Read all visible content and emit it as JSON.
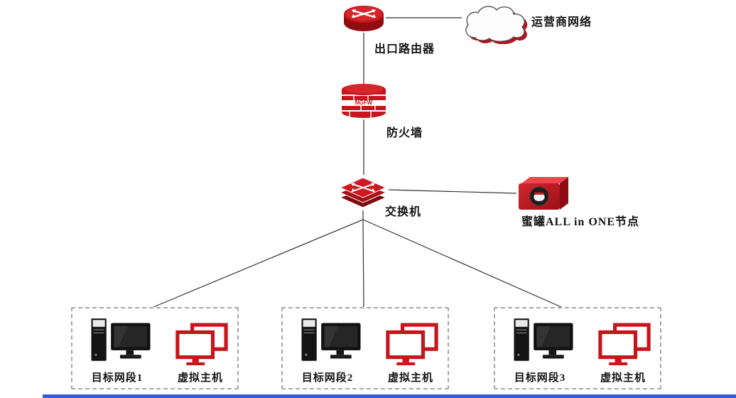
{
  "diagram": {
    "cloud": {
      "label": "运营商网络"
    },
    "router": {
      "label": "出口路由器"
    },
    "firewall": {
      "label": "防火墙",
      "badge": "NGFW"
    },
    "switch": {
      "label": "交换机"
    },
    "honeypot": {
      "label": "蜜罐ALL in ONE节点"
    },
    "segments": [
      {
        "target_label": "目标网段1",
        "vm_label": "虚拟主机"
      },
      {
        "target_label": "目标网段2",
        "vm_label": "虚拟主机"
      },
      {
        "target_label": "目标网段3",
        "vm_label": "虚拟主机"
      }
    ],
    "colors": {
      "accent_red": "#c4161c",
      "dark_red": "#8f0d12",
      "line": "#333333",
      "text": "#141414",
      "dashed_border": "#a8a8a8",
      "bottom_bar_blue": "#2f5fd8"
    }
  }
}
